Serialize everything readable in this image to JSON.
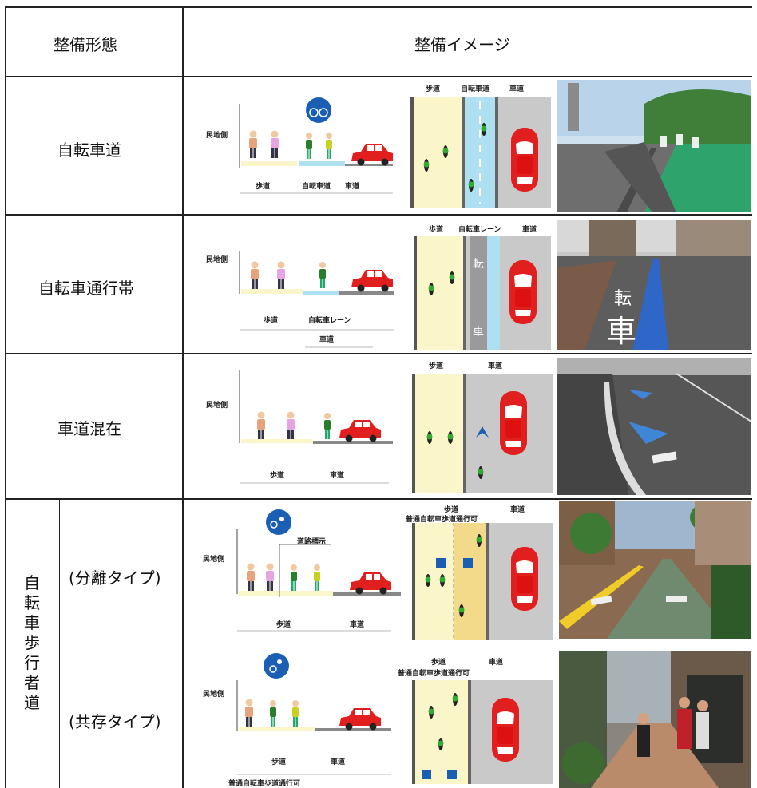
{
  "header": {
    "col_type": "整備形態",
    "col_image": "整備イメージ"
  },
  "rows": {
    "r1": {
      "label": "自転車道",
      "sec": {
        "side": "民地側",
        "walk": "歩道",
        "bike": "自転車道",
        "road": "車道"
      },
      "plan": {
        "walk": "歩道",
        "bike": "自転車道",
        "road": "車道"
      }
    },
    "r2": {
      "label": "自転車通行帯",
      "sec": {
        "side": "民地側",
        "walk": "歩道",
        "bike": "自転車レーン",
        "road": "車道"
      },
      "plan": {
        "walk": "歩道",
        "bike": "自転車レーン",
        "road": "車道"
      }
    },
    "r3": {
      "label": "車道混在",
      "sec": {
        "side": "民地側",
        "walk": "歩道",
        "road": "車道"
      },
      "plan": {
        "walk": "歩道",
        "road": "車道"
      }
    },
    "r4": {
      "group": "自転車歩行者道",
      "a": {
        "label": "(分離タイプ)",
        "sec": {
          "side": "民地側",
          "mark": "道路標示",
          "walk": "歩道",
          "road": "車道"
        },
        "plan": {
          "walk": "歩道",
          "road": "車道",
          "note": "普通自転車歩道通行可"
        }
      },
      "b": {
        "label": "(共存タイプ)",
        "sec": {
          "side": "民地側",
          "walk": "歩道",
          "road": "車道",
          "note": "普通自転車歩道通行可"
        },
        "plan": {
          "walk": "歩道",
          "road": "車道",
          "note": "普通自転車歩道通行可"
        }
      }
    }
  },
  "colors": {
    "sidewalk": "#fbf6c9",
    "bikelane": "#aee0f2",
    "road": "#c9c9c9",
    "car": "#e21f1f",
    "sign": "#1b5fb5"
  },
  "photo_texts": {
    "lane_mark_1": "転",
    "lane_mark_2": "車"
  }
}
